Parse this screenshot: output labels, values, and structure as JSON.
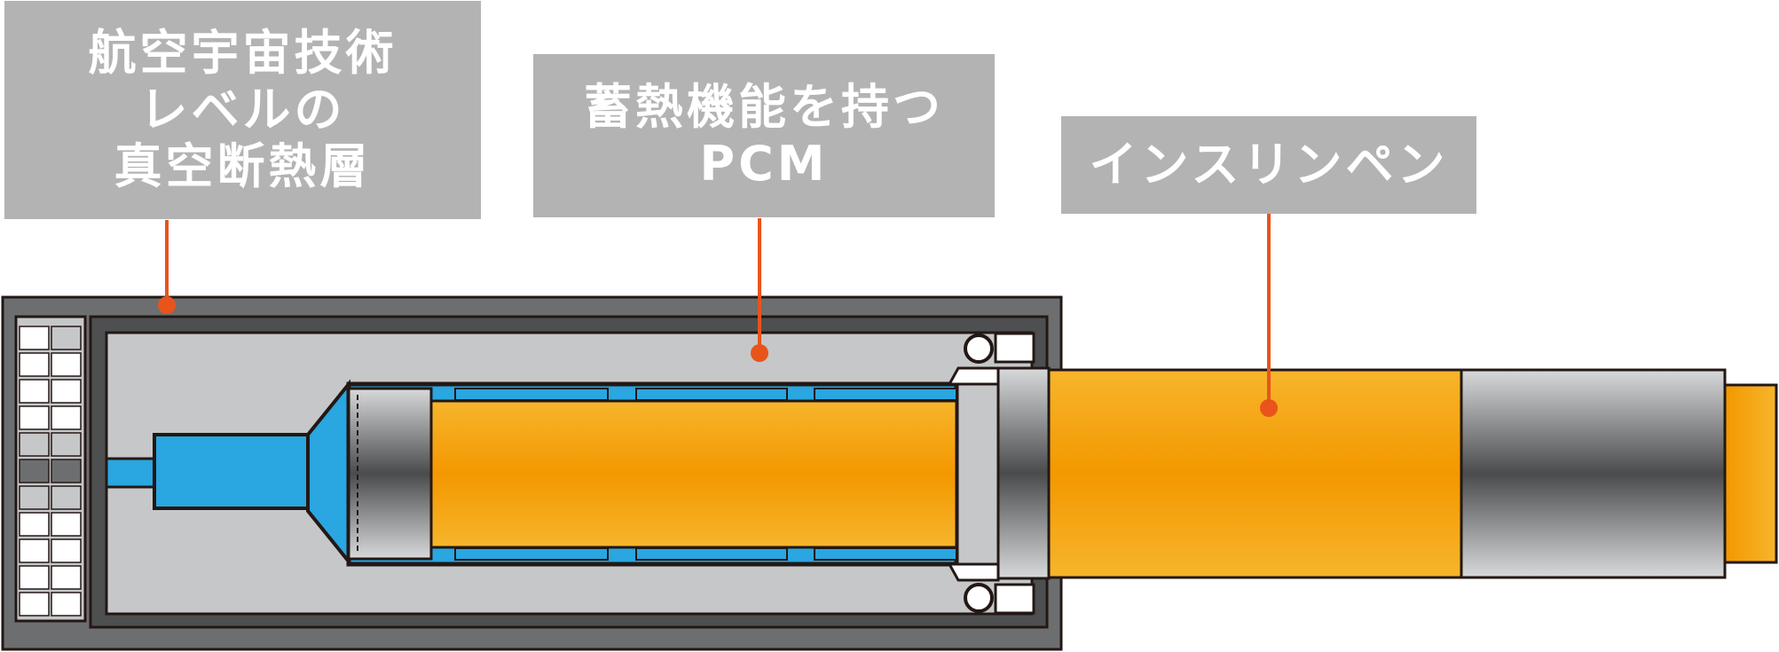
{
  "labels": {
    "vacuum_insulation": {
      "lines": [
        "航空宇宙技術",
        "レベルの",
        "真空断熱層"
      ]
    },
    "pcm": {
      "lines": [
        "蓄熱機能を持つ",
        "PCM"
      ]
    },
    "insulin_pen": {
      "lines": [
        "インスリンペン"
      ]
    }
  },
  "colors": {
    "label_bg": "#b3b3b3",
    "label_text": "#ffffff",
    "leader": "#e8541c",
    "outline": "#231815",
    "case_dark": "#6d6e70",
    "case_light": "#c6c7c9",
    "pcm_blue": "#2aa6e0",
    "insulin_orange": "#f39800",
    "insulin_orange_light": "#f7b52c"
  }
}
